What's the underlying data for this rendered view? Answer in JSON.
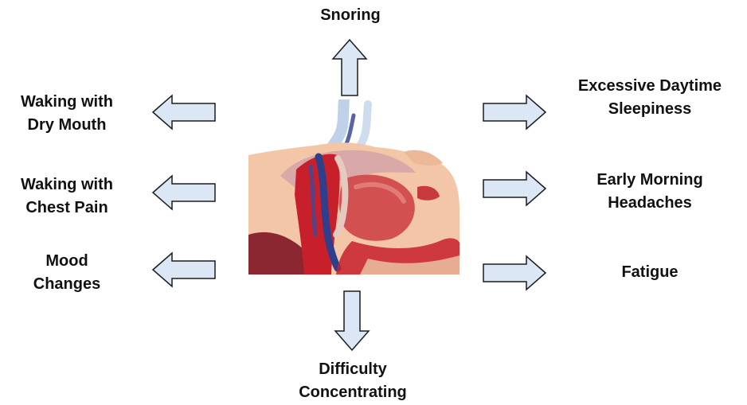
{
  "symptoms": {
    "snoring": "Snoring",
    "dry_mouth": [
      "Waking with",
      "Dry Mouth"
    ],
    "chest_pain": [
      "Waking with",
      "Chest Pain"
    ],
    "mood": [
      "Mood",
      "Changes"
    ],
    "sleepiness": [
      "Excessive Daytime",
      "Sleepiness"
    ],
    "headaches": [
      "Early Morning",
      "Headaches"
    ],
    "fatigue": "Fatigue",
    "concentrating": [
      "Difficulty",
      "Concentrating"
    ]
  },
  "colors": {
    "arrow_fill": "#dbe7f5",
    "arrow_stroke": "#1c1c1c",
    "text": "#111111",
    "skin": "#f2c6a7",
    "airway_red": "#c8202a",
    "tongue": "#d2504f",
    "airway_blue": "#2f3f8c",
    "air_flow": "#b8cce6"
  }
}
